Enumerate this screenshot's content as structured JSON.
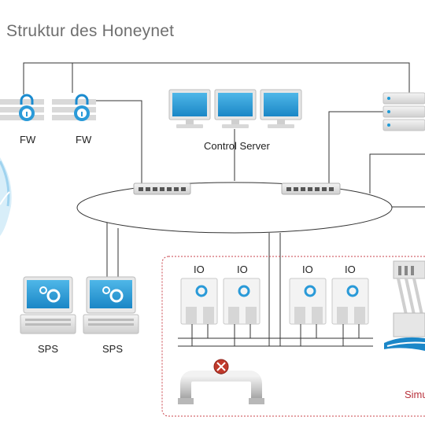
{
  "title": "Struktur des Honeynet",
  "labels": {
    "fw_left": "FW",
    "fw_right": "FW",
    "control_server": "Control Server",
    "sps_left": "SPS",
    "sps_right": "SPS",
    "io_1": "IO",
    "io_2": "IO",
    "io_3": "IO",
    "io_4": "IO",
    "simulation": "Simu"
  },
  "colors": {
    "screen": "#1f9ad6",
    "accent_red": "#c0392b",
    "frame_red": "#c9434b",
    "water": "#1b87c8"
  }
}
